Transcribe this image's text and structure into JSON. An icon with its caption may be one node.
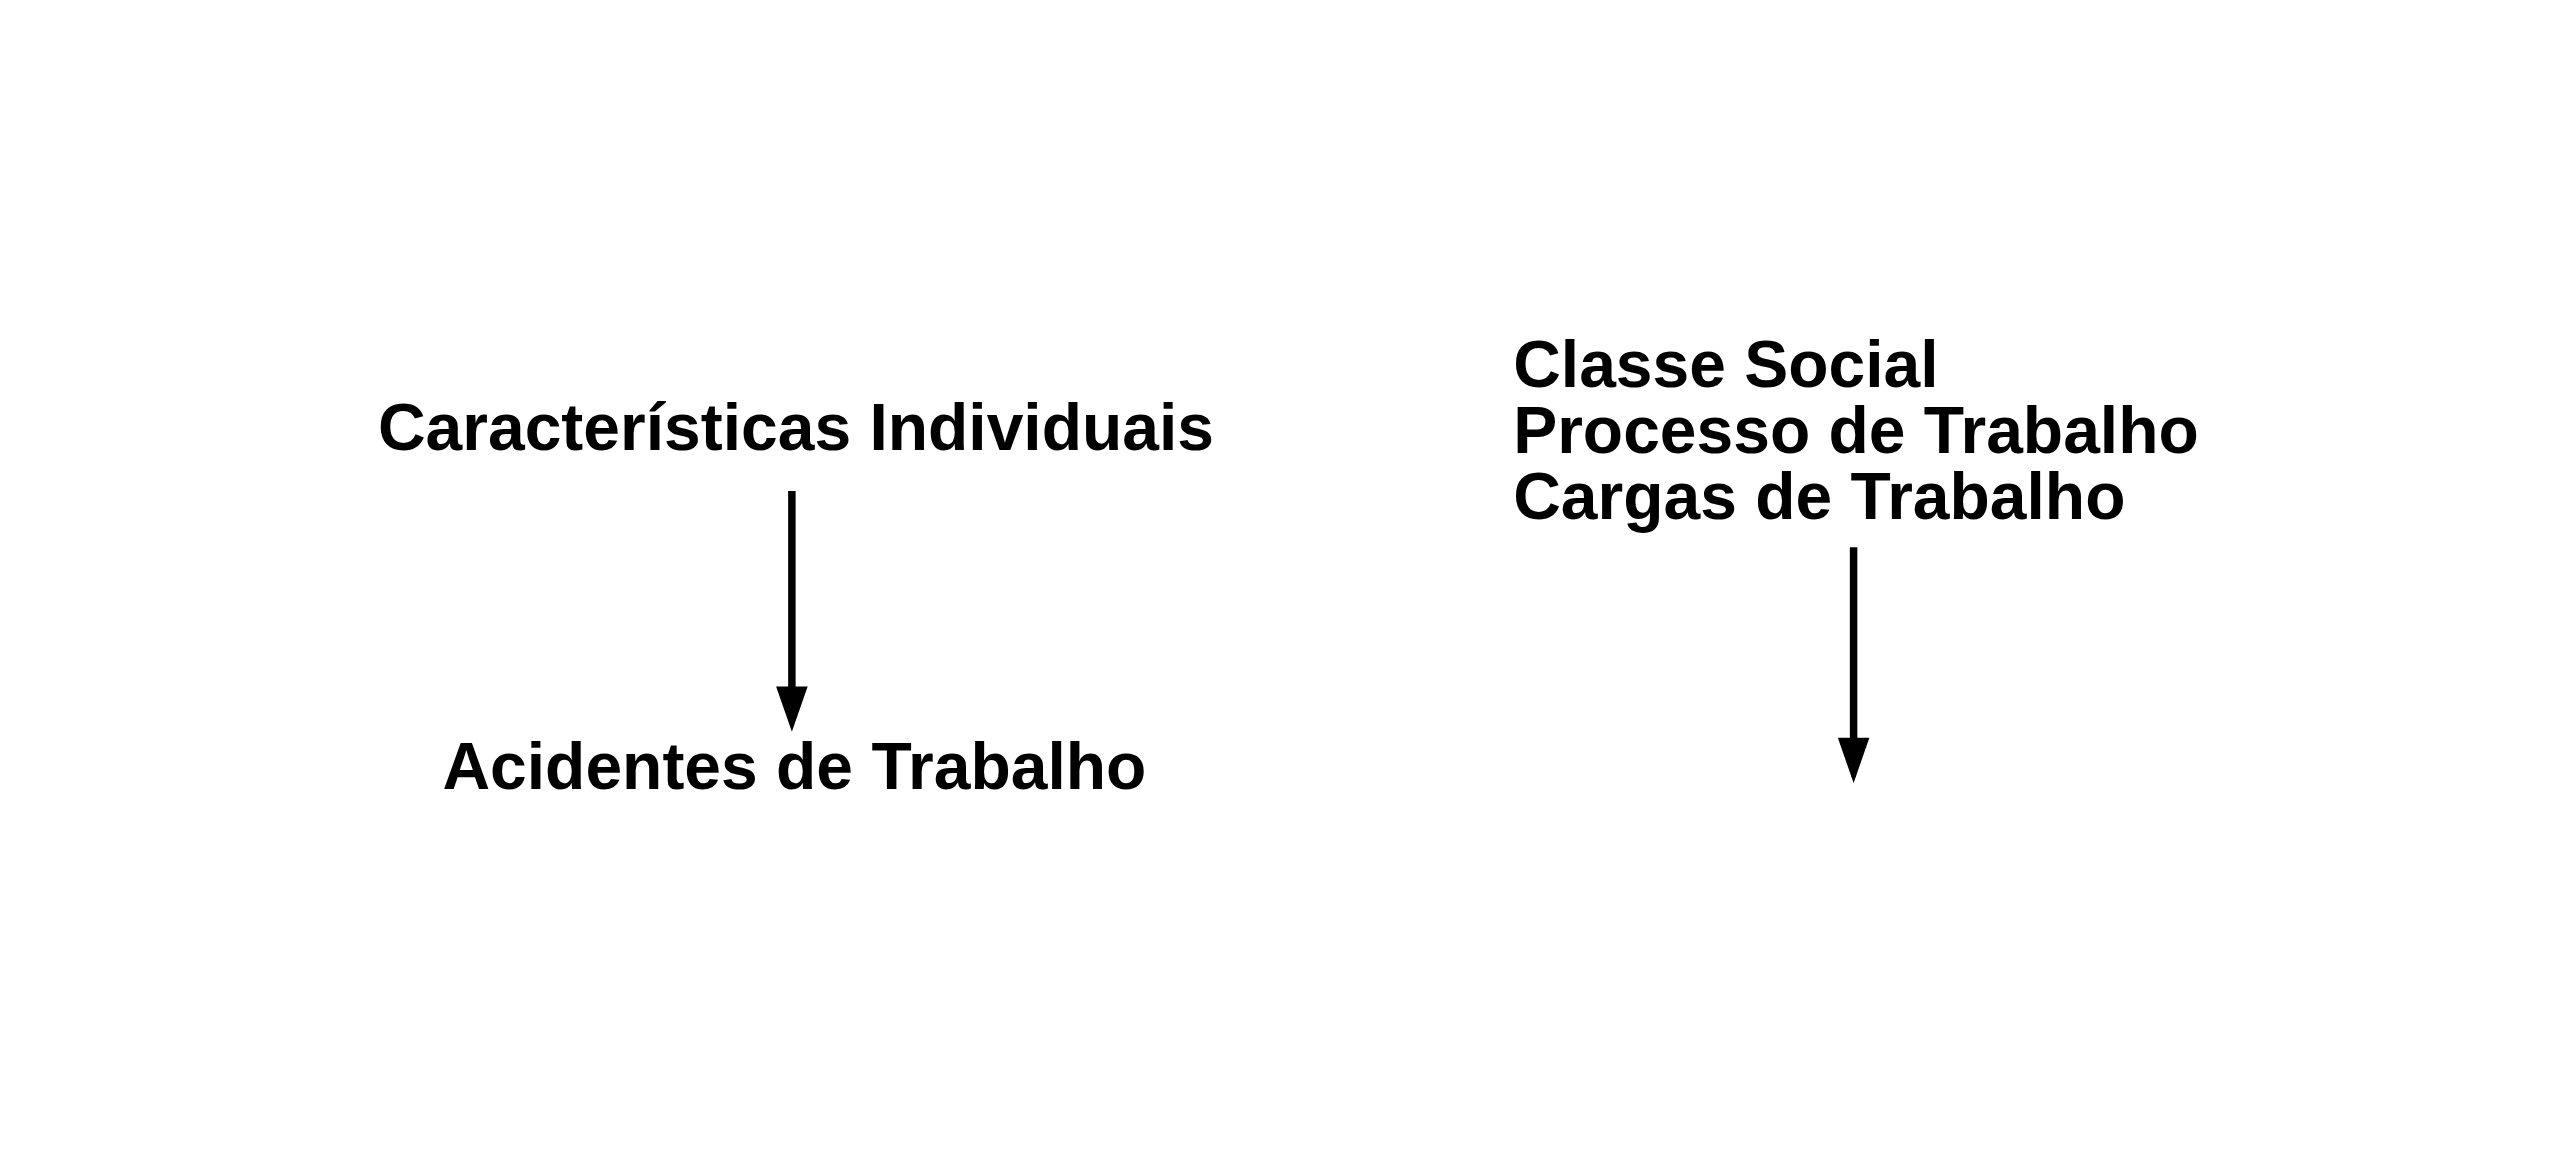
{
  "diagram": {
    "nodes": [
      {
        "text": [
          "Características Individuais"
        ]
      },
      {
        "text": [
          "Acidentes de Trabalho"
        ]
      },
      {
        "text": [
          "Classe Social",
          "Processo de Trabalho",
          "Cargas de Trabalho"
        ]
      }
    ],
    "edges": [
      {
        "from": 0,
        "to": 1,
        "arrow": "to"
      },
      {
        "from": 2,
        "to": null,
        "arrow": "to"
      }
    ]
  }
}
